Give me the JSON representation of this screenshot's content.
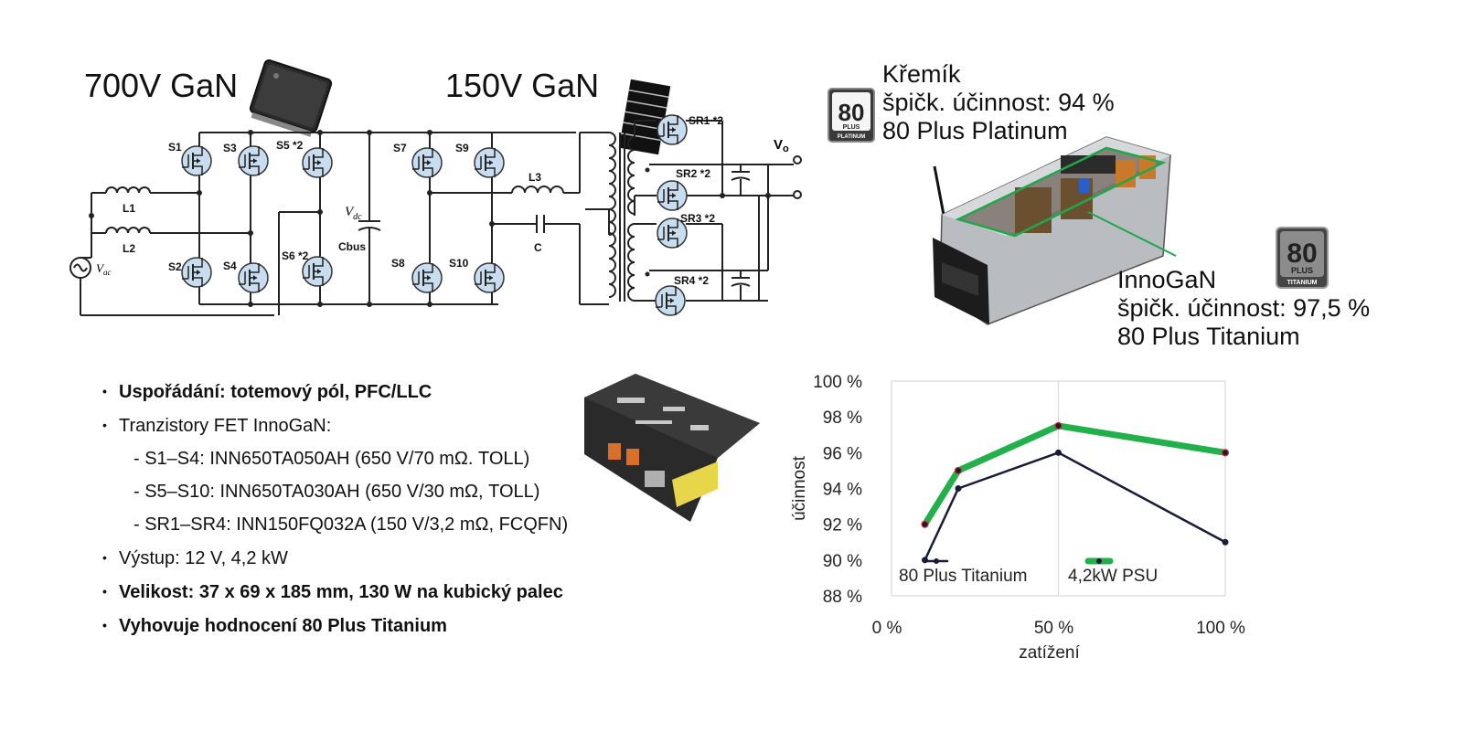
{
  "labels": {
    "gan700": "700V GaN",
    "gan150": "150V GaN"
  },
  "circuit": {
    "switches": {
      "s1": "S1",
      "s2": "S2",
      "s3": "S3",
      "s4": "S4",
      "s5": "S5 *2",
      "s6": "S6 *2",
      "s7": "S7",
      "s8": "S8",
      "s9": "S9",
      "s10": "S10",
      "sr1": "SR1 *2",
      "sr2": "SR2 *2",
      "sr3": "SR3 *2",
      "sr4": "SR4 *2"
    },
    "inductors": {
      "l1": "L1",
      "l2": "L2",
      "l3": "L3"
    },
    "capacitors": {
      "cbus": "Cbus",
      "c": "C"
    },
    "vdc_main": "V",
    "vdc_sub": "dc",
    "vac_main": "V",
    "vac_sub": "ac",
    "vo_main": "V",
    "vo_sub": "o"
  },
  "silicon": {
    "title": "Křemík",
    "efficiency": "špičk. účinnost: 94 %",
    "rating": "80 Plus Platinum",
    "badge_number": "80",
    "badge_plus": "PLUS",
    "badge_level": "PLATINUM"
  },
  "innogan": {
    "title": "InnoGaN",
    "efficiency": "špičk. účinnost: 97,5 %",
    "rating": "80 Plus Titanium",
    "badge_number": "80",
    "badge_plus": "PLUS",
    "badge_level": "TITANIUM"
  },
  "bullets": {
    "topology": "Uspořádání: totemový pól, PFC/LLC",
    "fets": "Tranzistory FET InnoGaN:",
    "fet_s1_s4": "- S1–S4: INN650TA050AH (650 V/70 mΩ. TOLL)",
    "fet_s5_s10": "- S5–S10: INN650TA030AH (650 V/30 mΩ, TOLL)",
    "fet_sr": "- SR1–SR4: INN150FQ032A (150 V/3,2 mΩ, FCQFN)",
    "output": "Výstup: 12 V, 4,2 kW",
    "size": "Velikost: 37 x 69 x 185 mm, 130 W na kubický palec",
    "rating": "Vyhovuje hodnocení 80 Plus Titanium"
  },
  "colors": {
    "titanium_line": "#1a1a3a",
    "psu_line": "#22b04b",
    "grid": "#d9d9d9"
  },
  "chart_data": {
    "type": "line",
    "xlabel": "zatížení",
    "ylabel": "účinnost",
    "xlim": [
      0,
      100
    ],
    "ylim": [
      88,
      100
    ],
    "x_ticks": [
      "0 %",
      "50 %",
      "100 %"
    ],
    "x_tick_values": [
      0,
      50,
      100
    ],
    "y_ticks": [
      "88 %",
      "90 %",
      "92 %",
      "94 %",
      "96 %",
      "98 %",
      "100 %"
    ],
    "y_tick_values": [
      88,
      90,
      92,
      94,
      96,
      98,
      100
    ],
    "grid": true,
    "legend": "bottom",
    "series": [
      {
        "name": "80 Plus Titanium",
        "x": [
          10,
          20,
          50,
          100
        ],
        "y": [
          90,
          94,
          96,
          91
        ],
        "color": "#1a1a3a",
        "width": 2.5
      },
      {
        "name": "4,2kW PSU",
        "x": [
          10,
          20,
          50,
          100
        ],
        "y": [
          92,
          95,
          97.5,
          96
        ],
        "color": "#22b04b",
        "width": 7
      }
    ]
  }
}
